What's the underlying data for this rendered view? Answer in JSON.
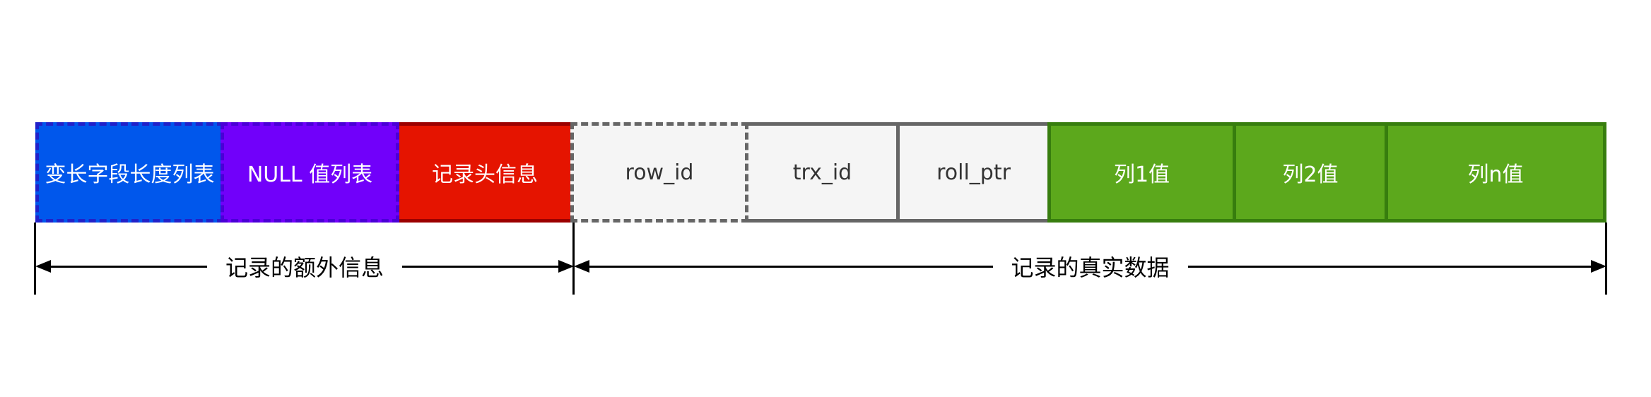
{
  "bar": {
    "segments": [
      {
        "label": "变长字段长度列表",
        "fill": "#0057EC",
        "border": "#2121C9",
        "border_style": "dashed",
        "text_color": "#FFFFFF"
      },
      {
        "label": "NULL 值列表",
        "fill": "#7100FA",
        "border": "#4A00D6",
        "border_style": "dashed",
        "text_color": "#FFFFFF"
      },
      {
        "label": "记录头信息",
        "fill": "#E51400",
        "border": "#9B0000",
        "border_style": "solid",
        "text_color": "#FFFFFF"
      },
      {
        "label": "row_id",
        "fill": "#F5F5F5",
        "border": "#666666",
        "border_style": "dashed",
        "text_color": "#333333"
      },
      {
        "label": "trx_id",
        "fill": "#F5F5F5",
        "border": "#666666",
        "border_style": "solid",
        "text_color": "#333333"
      },
      {
        "label": "roll_ptr",
        "fill": "#F5F5F5",
        "border": "#666666",
        "border_style": "solid",
        "text_color": "#333333"
      },
      {
        "label": "列1值",
        "fill": "#5CA81C",
        "border": "#377D0E",
        "border_style": "solid",
        "text_color": "#FFFFFF"
      },
      {
        "label": "列2值",
        "fill": "#5CA81C",
        "border": "#377D0E",
        "border_style": "solid",
        "text_color": "#FFFFFF"
      },
      {
        "label": "列n值",
        "fill": "#5CA81C",
        "border": "#377D0E",
        "border_style": "solid",
        "text_color": "#FFFFFF"
      }
    ]
  },
  "annotations": {
    "extra_info": {
      "label": "记录的额外信息"
    },
    "real_data": {
      "label": "记录的真实数据"
    }
  }
}
